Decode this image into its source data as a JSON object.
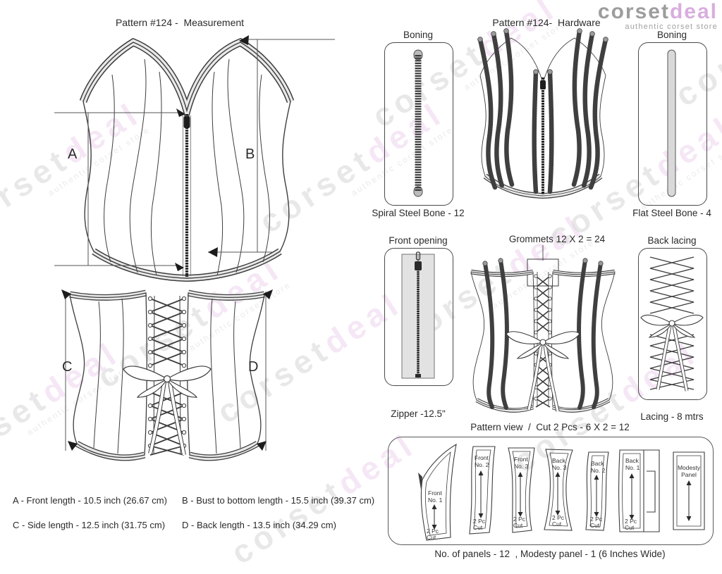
{
  "logo": {
    "brand_part1": "corset",
    "brand_part2": "deal",
    "tagline": "authentic corset store"
  },
  "watermark": {
    "part1": "corset",
    "part2": "deal",
    "tagline": "authentic corset store"
  },
  "measurement_section": {
    "title": "Pattern #124 -  Measurement",
    "letter_a": "A",
    "letter_b": "B",
    "letter_c": "C",
    "letter_d": "D",
    "spec_a": "A - Front length - 10.5 inch (26.67 cm)",
    "spec_b": "B - Bust to bottom length - 15.5 inch (39.37 cm)",
    "spec_c": "C - Side length - 12.5 inch (31.75 cm)",
    "spec_d": "D - Back length - 13.5 inch (34.29 cm)"
  },
  "hardware_section": {
    "title": "Pattern #124-  Hardware",
    "spiral_boning": {
      "box_label": "Boning",
      "caption": "Spiral Steel Bone - 12"
    },
    "flat_boning": {
      "box_label": "Boning",
      "caption": "Flat Steel Bone - 4"
    },
    "front_opening": {
      "box_label": "Front opening",
      "caption": "Zipper -12.5\""
    },
    "grommets": {
      "caption": "Grommets 12 X 2 = 24"
    },
    "back_lacing": {
      "box_label": "Back lacing",
      "caption": "Lacing - 8 mtrs"
    },
    "pattern_view": {
      "title": "Pattern view  /  Cut 2 Pcs - 6 X 2 = 12",
      "footer": "No. of panels - 12  , Modesty panel - 1 (6 Inches Wide)",
      "panels": [
        {
          "name_line1": "Front",
          "name_line2": "No. 1",
          "cut_line1": "2 Pc",
          "cut_line2": "Cut"
        },
        {
          "name_line1": "Front",
          "name_line2": "No. 2",
          "cut_line1": "2 Pc",
          "cut_line2": "Cut"
        },
        {
          "name_line1": "Front",
          "name_line2": "No. 3",
          "cut_line1": "2 Pc",
          "cut_line2": "Cut"
        },
        {
          "name_line1": "Back",
          "name_line2": "No. 3",
          "cut_line1": "2 Pc",
          "cut_line2": "Cut"
        },
        {
          "name_line1": "Back",
          "name_line2": "No. 2",
          "cut_line1": "2 Pc",
          "cut_line2": "Cut"
        },
        {
          "name_line1": "Back",
          "name_line2": "No. 1",
          "cut_line1": "2 Pc",
          "cut_line2": "Cut"
        },
        {
          "name_line1": "Modesty",
          "name_line2": "Panel"
        }
      ]
    }
  },
  "colors": {
    "accent_pink": "#d8aede",
    "line_dark": "#3d3d3d",
    "trim_gray": "#e9e9e9",
    "watermark_gray": "#d7d7d7",
    "watermark_pink": "#eed4ee"
  }
}
